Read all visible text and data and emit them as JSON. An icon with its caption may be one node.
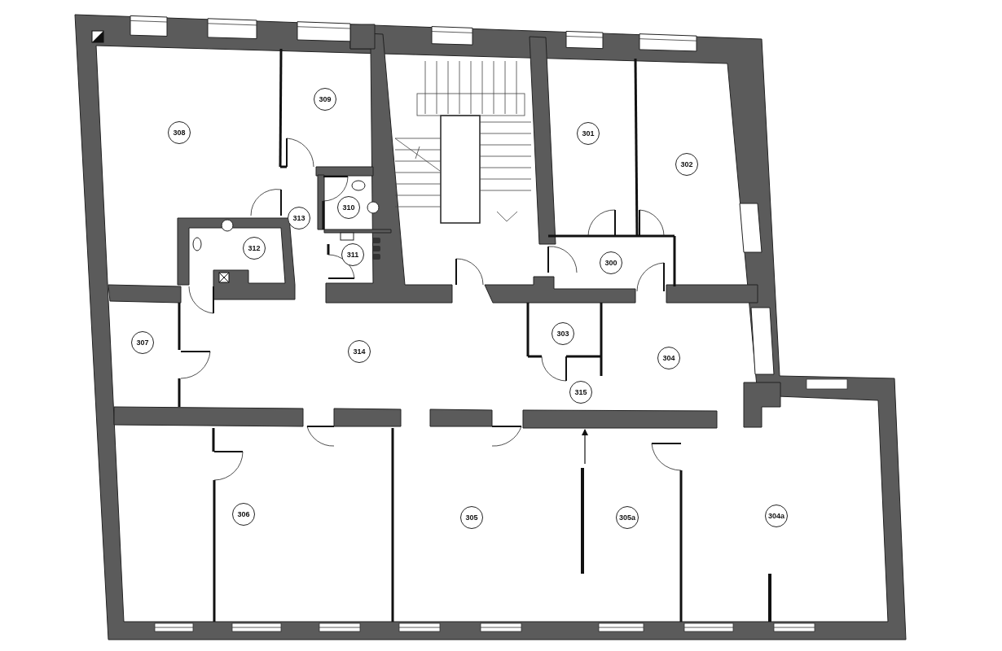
{
  "diagram": {
    "nodes": [
      {
        "text": [
          "309"
        ]
      },
      {
        "text": [
          "308"
        ]
      },
      {
        "text": [
          "301"
        ]
      },
      {
        "text": [
          "302"
        ]
      },
      {
        "text": [
          "310"
        ]
      },
      {
        "text": [
          "313"
        ]
      },
      {
        "text": [
          "312"
        ]
      },
      {
        "text": [
          "311"
        ]
      },
      {
        "text": [
          "300"
        ]
      },
      {
        "text": [
          "303"
        ]
      },
      {
        "text": [
          "307"
        ]
      },
      {
        "text": [
          "314"
        ]
      },
      {
        "text": [
          "304"
        ]
      },
      {
        "text": [
          "315"
        ]
      },
      {
        "text": [
          "306"
        ]
      },
      {
        "text": [
          "305"
        ]
      },
      {
        "text": [
          "305a"
        ]
      },
      {
        "text": [
          "304a"
        ]
      }
    ]
  }
}
